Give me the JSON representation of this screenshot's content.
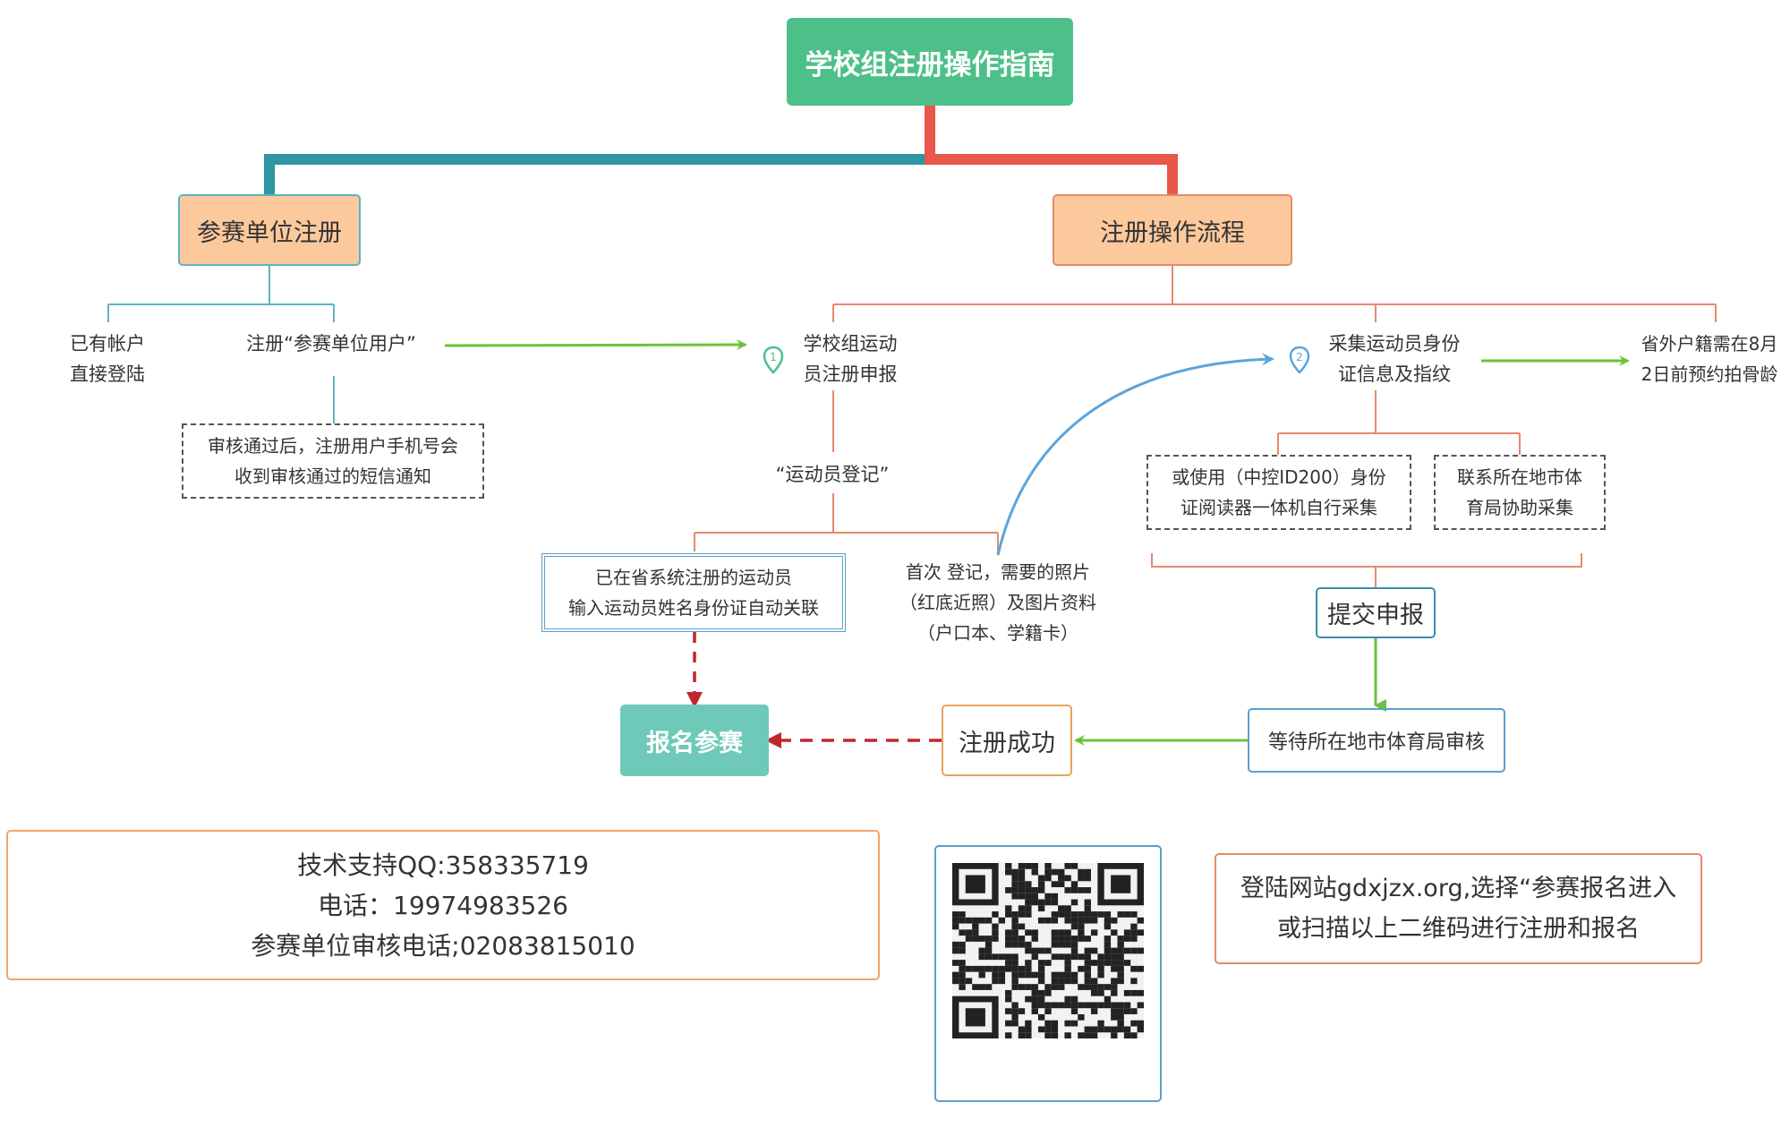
{
  "title": "学校组注册操作指南",
  "branches": {
    "left": "参赛单位注册",
    "right": "注册操作流程"
  },
  "left_branch": {
    "existing_account": [
      "已有帐户",
      "直接登陆"
    ],
    "register_unit_user": "注册“参赛单位用户”",
    "approved_notice": [
      "审核通过后，注册用户手机号会",
      "收到审核通过的短信通知"
    ]
  },
  "right_branch": {
    "step1": {
      "number": "1",
      "label": [
        "学校组运动",
        "员注册申报"
      ]
    },
    "athlete_registration": "“运动员登记”",
    "existing_athlete": [
      "已在省系统注册的运动员",
      "输入运动员姓名身份证自动关联"
    ],
    "first_time": [
      "首次 登记，需要的照片",
      "（红底近照）及图片资料",
      "（户口本、学籍卡）"
    ],
    "step2": {
      "number": "2",
      "label": [
        "采集运动员身份",
        "证信息及指纹"
      ]
    },
    "outside_province": [
      "省外户籍需在8月",
      "2日前预约拍骨龄"
    ],
    "zhongkong_reader": [
      "或使用（中控ID200）身份",
      "证阅读器一体机自行采集"
    ],
    "contact_bureau": [
      "联系所在地市体",
      "育局协助采集"
    ],
    "submit": "提交申报",
    "wait_review": "等待所在地市体育局审核",
    "success": "注册成功",
    "enter_competition": "报名参赛"
  },
  "info": {
    "support": [
      "技术支持QQ:358335719",
      "电话：19974983526",
      "参赛单位审核电话;02083815010"
    ],
    "website": [
      "登陆网站gdxjzx.org,选择“参赛报名进入",
      "或扫描以上二维码进行注册和报名"
    ]
  },
  "icons": {
    "step_marker": "location-pin-icon",
    "qr": "qr-code-icon"
  },
  "colors": {
    "root": "#4dc08a",
    "branch_fill": "#fcc99d",
    "left_connector": "#2e95a3",
    "right_connector": "#e8574a",
    "left_thin_line": "#5db3c1",
    "right_thin_line": "#e58a6c",
    "green_arrow": "#6cc23a",
    "blue_arrow": "#5aa5dc",
    "red_dashed_arrow": "#c0262d",
    "enter_fill": "#6ec9b8"
  }
}
